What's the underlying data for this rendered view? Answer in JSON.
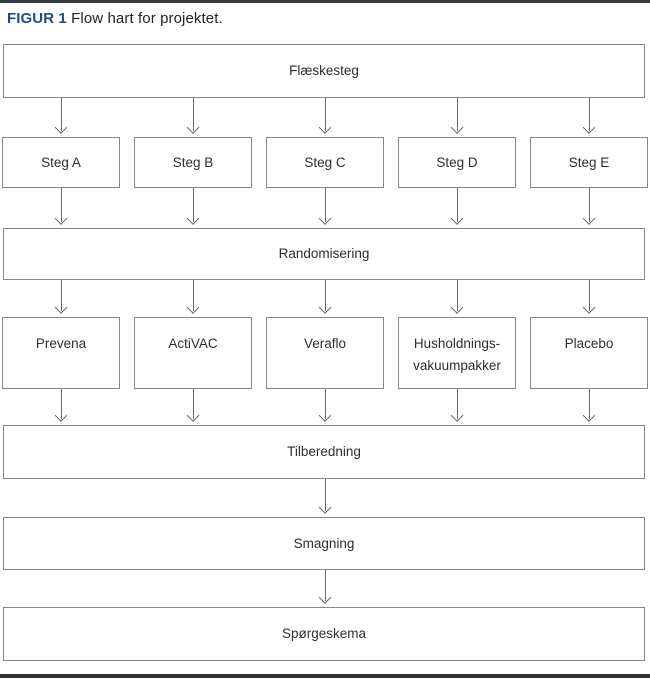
{
  "figure": {
    "label": "FIGUR 1",
    "caption": "Flow hart for projektet."
  },
  "colors": {
    "accent_label_blue": "#1f4c87",
    "box_border_gray": "#878787",
    "arrow_gray": "#6a6a6a",
    "rule_dark": "#3a3a3a"
  },
  "flow": {
    "row_source": {
      "label": "Flæskesteg"
    },
    "row_steg": {
      "items": [
        "Steg A",
        "Steg B",
        "Steg C",
        "Steg D",
        "Steg E"
      ]
    },
    "row_random": {
      "label": "Randomisering"
    },
    "row_treatment": {
      "items": [
        "Prevena",
        "ActiVAC",
        "Veraflo",
        "Husholdnings-\nvakuumpakker",
        "Placebo"
      ]
    },
    "row_tilberedning": {
      "label": "Tilberedning"
    },
    "row_smagning": {
      "label": "Smagning"
    },
    "row_sporgeskema": {
      "label": "Spørgeskema"
    }
  }
}
